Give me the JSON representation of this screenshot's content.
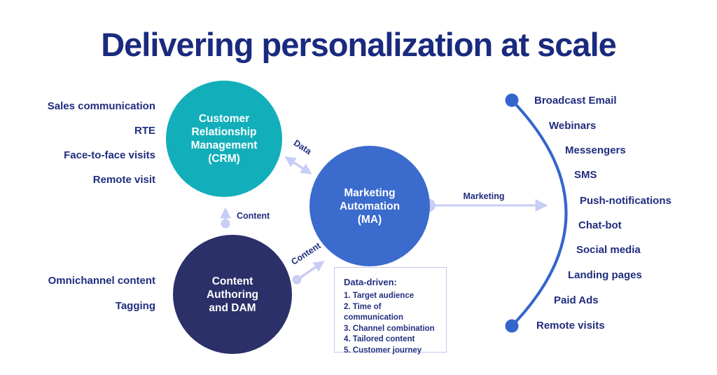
{
  "title": "Delivering personalization at scale",
  "colors": {
    "navy_text": "#1a2a7e",
    "teal_circle": "#12afba",
    "blue_circle": "#3a6bcd",
    "dark_navy_circle": "#2b3069",
    "lavender_arrow": "#c7cdf4",
    "curve_blue": "#3465cd",
    "box_border": "#c3c9ef"
  },
  "circles": {
    "crm": {
      "label": "Customer\nRelationship\nManagement\n(CRM)"
    },
    "ma": {
      "label": "Marketing\nAutomation\n(MA)"
    },
    "content": {
      "label": "Content\nAuthoring\nand DAM"
    }
  },
  "left_labels": {
    "crm_group": [
      "Sales communication",
      "RTE",
      "Face-to-face visits",
      "Remote visit"
    ],
    "content_group": [
      "Omnichannel content",
      "Tagging"
    ]
  },
  "arrow_labels": {
    "data": "Data",
    "content_vertical": "Content",
    "content_diagonal": "Content",
    "marketing": "Marketing"
  },
  "channels": [
    "Broadcast Email",
    "Webinars",
    "Messengers",
    "SMS",
    "Push-notifications",
    "Chat-bot",
    "Social media",
    "Landing pages",
    "Paid Ads",
    "Remote visits"
  ],
  "databox": {
    "title": "Data-driven:",
    "items": [
      "1. Target audience",
      "2. Time of communication",
      "3. Channel combination",
      "4. Tailored content",
      "5. Customer journey"
    ]
  }
}
